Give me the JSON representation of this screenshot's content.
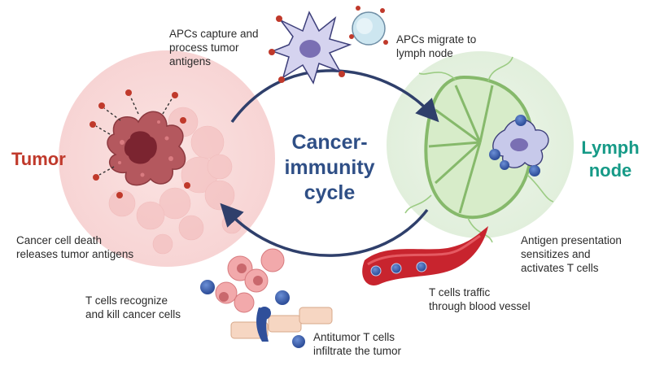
{
  "title": "Cancer-\nimmunity cycle",
  "regions": {
    "tumor": "Tumor",
    "lymph_node": "Lymph\nnode"
  },
  "steps": {
    "apc_capture": "APCs capture and\nprocess tumor\nantigens",
    "apc_migrate": "APCs migrate to\nlymph node",
    "antigen_presentation": "Antigen presentation\nsensitizes and\nactivates T cells",
    "t_cell_traffic": "T cells traffic\nthrough blood vessel",
    "infiltrate": "Antitumor T cells\ninfiltrate the tumor",
    "recognize_kill": "T cells recognize\nand kill cancer cells",
    "cell_death": "Cancer cell death\nreleases tumor antigens"
  },
  "colors": {
    "title": "#2f4f86",
    "tumor": "#c0392b",
    "lymph": "#169a87",
    "arrow": "#2f3f6b"
  }
}
